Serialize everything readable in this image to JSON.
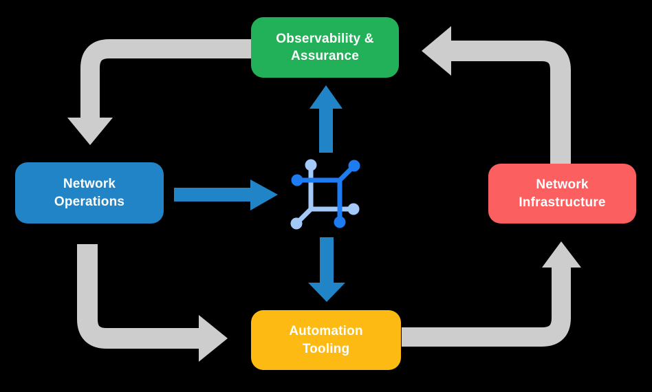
{
  "colors": {
    "background": "#000000",
    "arrow_gray": "#CDCDCD",
    "arrow_blue": "#2184C6",
    "icon_blue_dark": "#1E7CF2",
    "icon_blue_light": "#A2C9F7",
    "node_text": "#FFFFFF"
  },
  "nodes": {
    "top": {
      "lines": [
        "Observability &",
        "Assurance"
      ],
      "color": "#22B158"
    },
    "left": {
      "lines": [
        "Network",
        "Operations"
      ],
      "color": "#2184C6"
    },
    "right": {
      "lines": [
        "Network",
        "Infrastructure"
      ],
      "color": "#FC5F60"
    },
    "bottom": {
      "lines": [
        "Automation",
        "Tooling"
      ],
      "color": "#FCBA12"
    }
  },
  "icons": {
    "center": "network-nodes-icon"
  },
  "flows": [
    {
      "from": "Observability & Assurance",
      "to": "Network Operations",
      "style": "gray-elbow"
    },
    {
      "from": "Network Infrastructure",
      "to": "Observability & Assurance",
      "style": "gray-elbow"
    },
    {
      "from": "Network Operations",
      "to": "Automation Tooling",
      "style": "gray-elbow"
    },
    {
      "from": "Automation Tooling",
      "to": "Network Infrastructure",
      "style": "gray-elbow"
    },
    {
      "from": "Network Operations",
      "to": "center-icon",
      "style": "blue-straight"
    },
    {
      "from": "center-icon",
      "to": "Observability & Assurance",
      "style": "blue-straight"
    },
    {
      "from": "center-icon",
      "to": "Automation Tooling",
      "style": "blue-straight"
    }
  ]
}
